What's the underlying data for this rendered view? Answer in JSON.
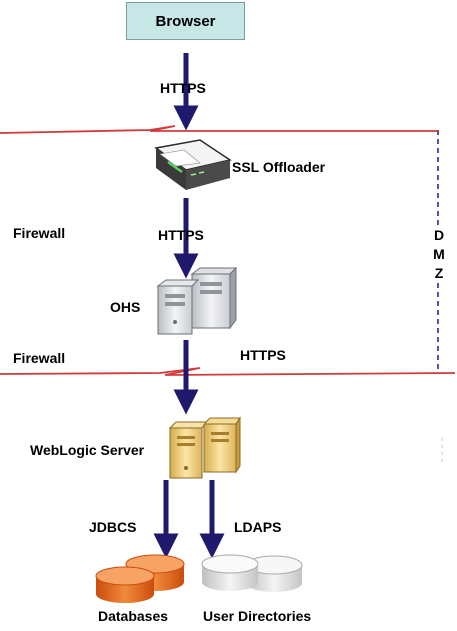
{
  "browser": {
    "label": "Browser"
  },
  "protocols": {
    "browser_to_ssl": "HTTPS",
    "ssl_to_ohs": "HTTPS",
    "ohs_to_weblogic": "HTTPS",
    "weblogic_to_db": "JDBCS",
    "weblogic_to_ldap": "LDAPS"
  },
  "components": {
    "ssl_offloader": "SSL Offloader",
    "ohs": "OHS",
    "weblogic": "WebLogic Server",
    "databases": "Databases",
    "user_directories": "User Directories"
  },
  "zones": {
    "firewall_upper": "Firewall",
    "firewall_lower": "Firewall",
    "dmz": [
      "D",
      "M",
      "Z"
    ]
  },
  "colors": {
    "arrow": "#1f1a6e",
    "firewall_line": "#d23b3b",
    "dmz_line": "#1f1a8a",
    "browser_fill": "#c7e7e7",
    "database_fill": "#e8661c",
    "directory_fill": "#e6e6e6",
    "server_fill": "#f0cf7a"
  }
}
